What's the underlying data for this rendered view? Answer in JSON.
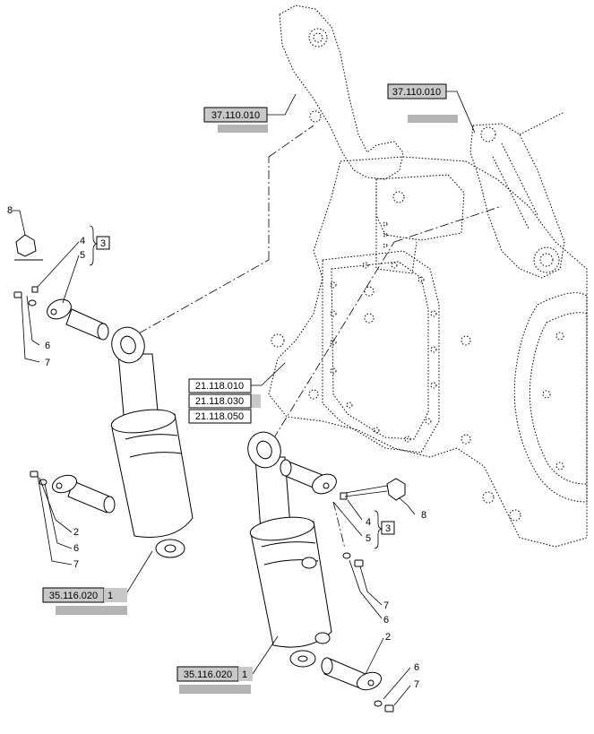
{
  "colors": {
    "line": "#000000",
    "ref_fill": "#c8c8c8",
    "gray_bar": "#b4b4b4",
    "background": "#ffffff"
  },
  "references": {
    "lift_arm_left": "37.110.010",
    "lift_arm_right": "37.110.010",
    "housing_1": "21.118.010",
    "housing_2": "21.118.030",
    "housing_3": "21.118.050",
    "cylinder_left": "35.116.020",
    "cylinder_right": "35.116.020"
  },
  "callouts": {
    "c1_left": "1",
    "c1_right": "1",
    "c2_left": "2",
    "c2_right": "2",
    "c3_left": "3",
    "c3_right": "3",
    "c4_left": "4",
    "c4_right": "4",
    "c5_left": "5",
    "c5_right": "5",
    "c6_left_top": "6",
    "c6_left_bottom": "6",
    "c6_right_mid": "6",
    "c6_right_bottom": "6",
    "c7_left_top": "7",
    "c7_left_bottom": "7",
    "c7_right_mid": "7",
    "c7_right_bottom": "7",
    "c8_left": "8",
    "c8_right": "8"
  }
}
